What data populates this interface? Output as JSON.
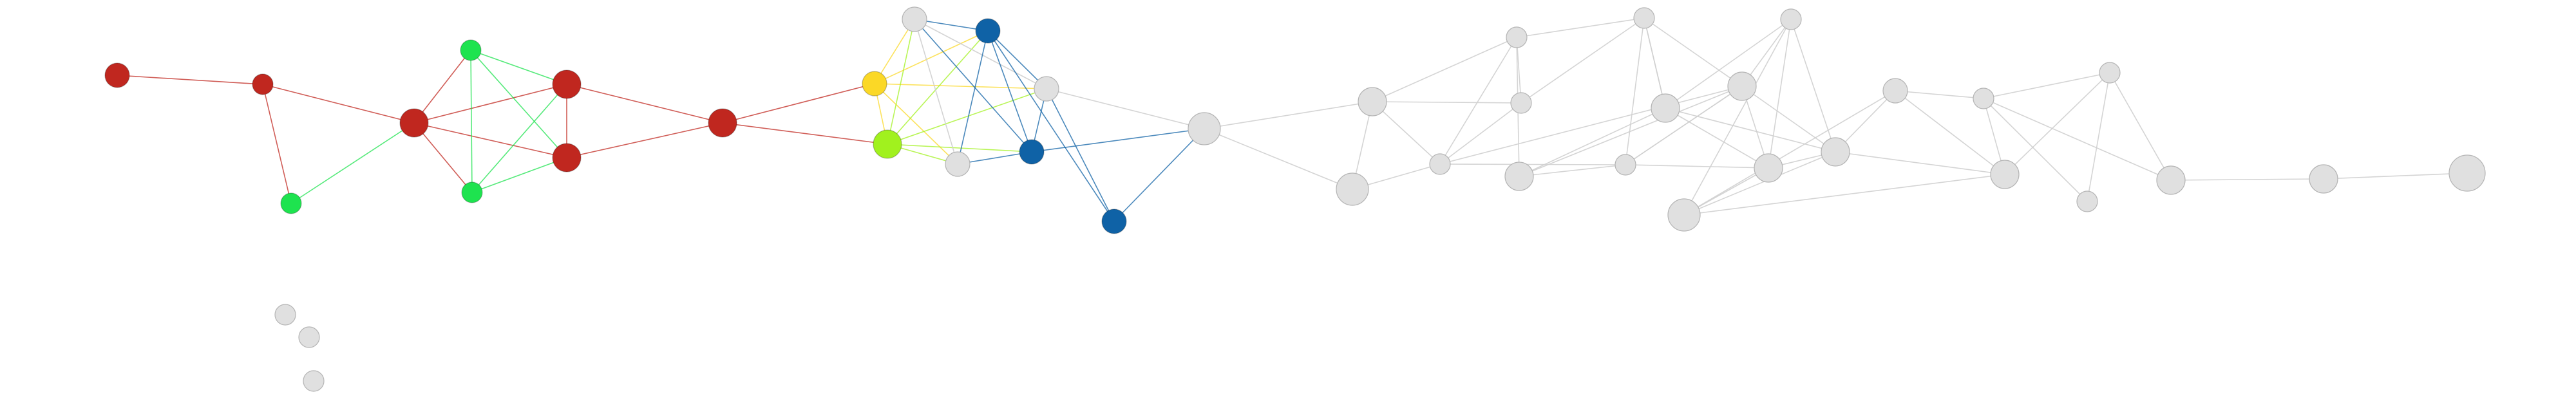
{
  "graph": {
    "colors": {
      "red": "#c0271f",
      "green": "#1ee34f",
      "yellow": "#fbd826",
      "lime": "#a1f11e",
      "blue": "#0f62a6",
      "gray": "#e0e0e0",
      "node_stroke": "#b4b4b4",
      "gray_edge": "#cfcfcf"
    },
    "nodes": [
      {
        "id": "n1",
        "group": "red"
      },
      {
        "id": "n2",
        "group": "red"
      },
      {
        "id": "n3",
        "group": "green"
      },
      {
        "id": "n4",
        "group": "red"
      },
      {
        "id": "n5",
        "group": "green"
      },
      {
        "id": "n6",
        "group": "green"
      },
      {
        "id": "n7",
        "group": "red"
      },
      {
        "id": "n8",
        "group": "red"
      },
      {
        "id": "n9",
        "group": "red"
      },
      {
        "id": "n10",
        "group": "yellow"
      },
      {
        "id": "n11",
        "group": "lime"
      },
      {
        "id": "n12",
        "group": "gray"
      },
      {
        "id": "n13",
        "group": "blue"
      },
      {
        "id": "n14",
        "group": "gray"
      },
      {
        "id": "n15",
        "group": "gray"
      },
      {
        "id": "n16",
        "group": "blue"
      },
      {
        "id": "n17",
        "group": "blue"
      },
      {
        "id": "n18",
        "group": "gray"
      },
      {
        "id": "n19",
        "group": "gray"
      },
      {
        "id": "n20",
        "group": "gray"
      },
      {
        "id": "n21",
        "group": "gray"
      },
      {
        "id": "n22",
        "group": "gray"
      },
      {
        "id": "n23",
        "group": "gray"
      },
      {
        "id": "n24",
        "group": "gray"
      },
      {
        "id": "n25",
        "group": "gray"
      },
      {
        "id": "n26",
        "group": "gray"
      },
      {
        "id": "n27",
        "group": "gray"
      },
      {
        "id": "n28",
        "group": "gray"
      },
      {
        "id": "n29",
        "group": "gray"
      },
      {
        "id": "n30",
        "group": "gray"
      },
      {
        "id": "n31",
        "group": "gray"
      },
      {
        "id": "n32",
        "group": "gray"
      },
      {
        "id": "n33",
        "group": "gray"
      },
      {
        "id": "n34",
        "group": "gray"
      },
      {
        "id": "n35",
        "group": "gray"
      },
      {
        "id": "n36",
        "group": "gray"
      },
      {
        "id": "n37",
        "group": "gray"
      },
      {
        "id": "n38",
        "group": "gray"
      },
      {
        "id": "n39",
        "group": "gray"
      },
      {
        "id": "n40",
        "group": "gray"
      },
      {
        "id": "n41",
        "group": "gray"
      },
      {
        "id": "n42",
        "group": "gray"
      }
    ],
    "edges": [
      [
        "n1",
        "n2"
      ],
      [
        "n2",
        "n4"
      ],
      [
        "n2",
        "n3"
      ],
      [
        "n3",
        "n4"
      ],
      [
        "n4",
        "n5"
      ],
      [
        "n4",
        "n6"
      ],
      [
        "n4",
        "n7"
      ],
      [
        "n4",
        "n8"
      ],
      [
        "n5",
        "n6"
      ],
      [
        "n5",
        "n7"
      ],
      [
        "n5",
        "n8"
      ],
      [
        "n6",
        "n7"
      ],
      [
        "n6",
        "n8"
      ],
      [
        "n7",
        "n8"
      ],
      [
        "n7",
        "n9"
      ],
      [
        "n8",
        "n9"
      ],
      [
        "n9",
        "n10"
      ],
      [
        "n9",
        "n11"
      ],
      [
        "n10",
        "n11"
      ],
      [
        "n10",
        "n12"
      ],
      [
        "n10",
        "n14"
      ],
      [
        "n10",
        "n15"
      ],
      [
        "n10",
        "n13"
      ],
      [
        "n11",
        "n12"
      ],
      [
        "n11",
        "n13"
      ],
      [
        "n11",
        "n14"
      ],
      [
        "n11",
        "n15"
      ],
      [
        "n11",
        "n16"
      ],
      [
        "n12",
        "n14"
      ],
      [
        "n12",
        "n13"
      ],
      [
        "n12",
        "n16"
      ],
      [
        "n12",
        "n15"
      ],
      [
        "n13",
        "n14"
      ],
      [
        "n13",
        "n15"
      ],
      [
        "n13",
        "n16"
      ],
      [
        "n13",
        "n17"
      ],
      [
        "n14",
        "n16"
      ],
      [
        "n15",
        "n16"
      ],
      [
        "n14",
        "n17"
      ],
      [
        "n16",
        "n18"
      ],
      [
        "n17",
        "n18"
      ],
      [
        "n14",
        "n18"
      ],
      [
        "n18",
        "n19"
      ],
      [
        "n18",
        "n20"
      ],
      [
        "n19",
        "n20"
      ],
      [
        "n19",
        "n21"
      ],
      [
        "n19",
        "n22"
      ],
      [
        "n19",
        "n23"
      ],
      [
        "n20",
        "n23"
      ],
      [
        "n21",
        "n22"
      ],
      [
        "n21",
        "n23"
      ],
      [
        "n21",
        "n24"
      ],
      [
        "n21",
        "n25"
      ],
      [
        "n22",
        "n23"
      ],
      [
        "n22",
        "n24"
      ],
      [
        "n23",
        "n28"
      ],
      [
        "n23",
        "n27"
      ],
      [
        "n24",
        "n26"
      ],
      [
        "n24",
        "n27"
      ],
      [
        "n24",
        "n28"
      ],
      [
        "n25",
        "n26"
      ],
      [
        "n25",
        "n28"
      ],
      [
        "n25",
        "n27"
      ],
      [
        "n26",
        "n29"
      ],
      [
        "n26",
        "n31"
      ],
      [
        "n26",
        "n30"
      ],
      [
        "n27",
        "n28"
      ],
      [
        "n27",
        "n30"
      ],
      [
        "n28",
        "n29"
      ],
      [
        "n28",
        "n30"
      ],
      [
        "n28",
        "n31"
      ],
      [
        "n28",
        "n27"
      ],
      [
        "n29",
        "n30"
      ],
      [
        "n29",
        "n32"
      ],
      [
        "n29",
        "n31"
      ],
      [
        "n30",
        "n31"
      ],
      [
        "n30",
        "n32"
      ],
      [
        "n31",
        "n32"
      ],
      [
        "n31",
        "n33"
      ],
      [
        "n31",
        "n35"
      ],
      [
        "n32",
        "n33"
      ],
      [
        "n32",
        "n35"
      ],
      [
        "n33",
        "n34"
      ],
      [
        "n33",
        "n35"
      ],
      [
        "n34",
        "n35"
      ],
      [
        "n34",
        "n36"
      ],
      [
        "n34",
        "n37"
      ],
      [
        "n34",
        "n38"
      ],
      [
        "n36",
        "n37"
      ],
      [
        "n36",
        "n38"
      ],
      [
        "n35",
        "n36"
      ],
      [
        "n38",
        "n39"
      ],
      [
        "n39",
        "n40"
      ],
      [
        "n26",
        "n24"
      ]
    ]
  }
}
